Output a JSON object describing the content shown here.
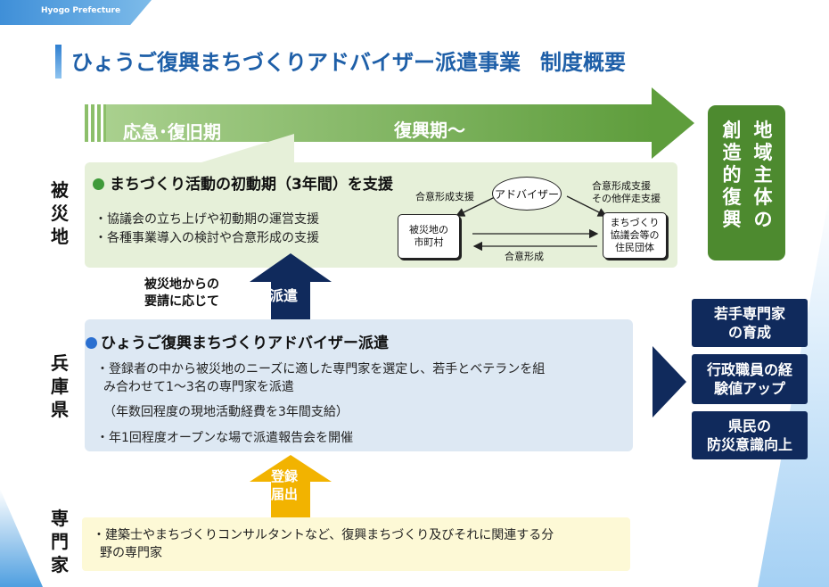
{
  "header": {
    "org": "Hyogo Prefecture"
  },
  "title": {
    "main": "ひょうご復興まちづくりアドバイザー派遣事業",
    "sub": "制度概要"
  },
  "timeline": {
    "phase1": "応急･復旧期",
    "phase2": "復興期～"
  },
  "goal": {
    "col1": "地域主体の",
    "col2": "創造的復興"
  },
  "rows": {
    "disaster_area": "被災地",
    "prefecture": "兵庫県",
    "experts": "専門家"
  },
  "disaster": {
    "heading": "まちづくり活動の初動期（3年間）を支援",
    "bullets": [
      "・協議会の立ち上げや初動期の運営支援",
      "・各種事業導入の検討や合意形成の支援"
    ]
  },
  "diagram": {
    "advisor": "アドバイザー",
    "municipality": [
      "被災地の",
      "市町村"
    ],
    "council": [
      "まちづくり",
      "協議会等の",
      "住民団体"
    ],
    "left_support": "合意形成支援",
    "right_support": [
      "合意形成支援",
      "その他伴走支援"
    ],
    "bottom": "合意形成"
  },
  "request": {
    "line1": "被災地からの",
    "line2": "要請に応じて"
  },
  "dispatch_label": "派遣",
  "prefecture_panel": {
    "heading": "ひょうご復興まちづくりアドバイザー派遣",
    "bullet1_line1": "・登録者の中から被災地のニーズに適した専門家を選定し、若手とベテランを組",
    "bullet1_line2": "み合わせて1～3名の専門家を派遣",
    "bullet1_line3": "（年数回程度の現地活動経費を3年間支給）",
    "bullet2": "・年1回程度オープンな場で派遣報告会を開催"
  },
  "register": {
    "line1": "登録",
    "line2": "届出"
  },
  "experts_panel": {
    "line1": "・建築士やまちづくりコンサルタントなど、復興まちづくり及びそれに関連する分",
    "line2": "野の専門家"
  },
  "outcomes": [
    {
      "line1": "若手専門家",
      "line2": "の育成"
    },
    {
      "line1": "行政職員の経",
      "line2": "験値アップ"
    },
    {
      "line1": "県民の",
      "line2": "防災意識向上"
    }
  ],
  "colors": {
    "green": "#5e9d3c",
    "navy": "#102a5c",
    "gold": "#f2b300",
    "title_blue": "#1e5fa8"
  }
}
